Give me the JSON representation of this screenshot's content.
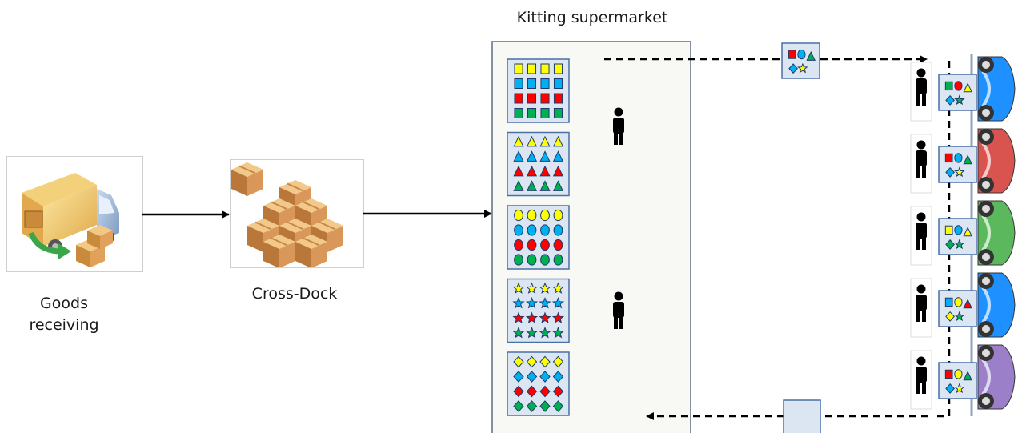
{
  "labels": {
    "goods_receiving_line1": "Goods",
    "goods_receiving_line2": "receiving",
    "cross_dock": "Cross-Dock",
    "supermarket": "Kitting supermarket"
  },
  "colors": {
    "yellow": "#ffff00",
    "blue": "#00b0f0",
    "red": "#ff0000",
    "green": "#00b050",
    "panel_fill": "#dce6f2",
    "panel_border": "#4a6fa5",
    "supermarket_fill": "#f8f8f4",
    "car_colors": [
      "#1e90ff",
      "#d9534f",
      "#5cb85c",
      "#1e90ff",
      "#9b7fc9"
    ]
  },
  "shelf_shapes": [
    "rect",
    "triangle",
    "ellipse",
    "star",
    "diamond"
  ],
  "kits": [
    [
      [
        "rect",
        "#00b050"
      ],
      [
        "ellipse",
        "#ff0000"
      ],
      [
        "triangle",
        "#ffff00"
      ],
      [
        "diamond",
        "#00b0f0"
      ],
      [
        "star",
        "#00b050"
      ]
    ],
    [
      [
        "rect",
        "#ff0000"
      ],
      [
        "ellipse",
        "#00b0f0"
      ],
      [
        "triangle",
        "#00b050"
      ],
      [
        "diamond",
        "#00b0f0"
      ],
      [
        "star",
        "#ffff00"
      ]
    ],
    [
      [
        "rect",
        "#ffff00"
      ],
      [
        "ellipse",
        "#00b0f0"
      ],
      [
        "triangle",
        "#ffff00"
      ],
      [
        "diamond",
        "#00b050"
      ],
      [
        "star",
        "#00b050"
      ]
    ],
    [
      [
        "rect",
        "#00b0f0"
      ],
      [
        "ellipse",
        "#ffff00"
      ],
      [
        "triangle",
        "#ff0000"
      ],
      [
        "diamond",
        "#ffff00"
      ],
      [
        "star",
        "#00b050"
      ]
    ],
    [
      [
        "rect",
        "#ff0000"
      ],
      [
        "ellipse",
        "#ffff00"
      ],
      [
        "triangle",
        "#00b050"
      ],
      [
        "diamond",
        "#00b0f0"
      ],
      [
        "star",
        "#ffff00"
      ]
    ]
  ],
  "moving_kit": [
    [
      "rect",
      "#ff0000"
    ],
    [
      "ellipse",
      "#00b0f0"
    ],
    [
      "triangle",
      "#00b050"
    ],
    [
      "diamond",
      "#00b0f0"
    ],
    [
      "star",
      "#ffff00"
    ]
  ]
}
